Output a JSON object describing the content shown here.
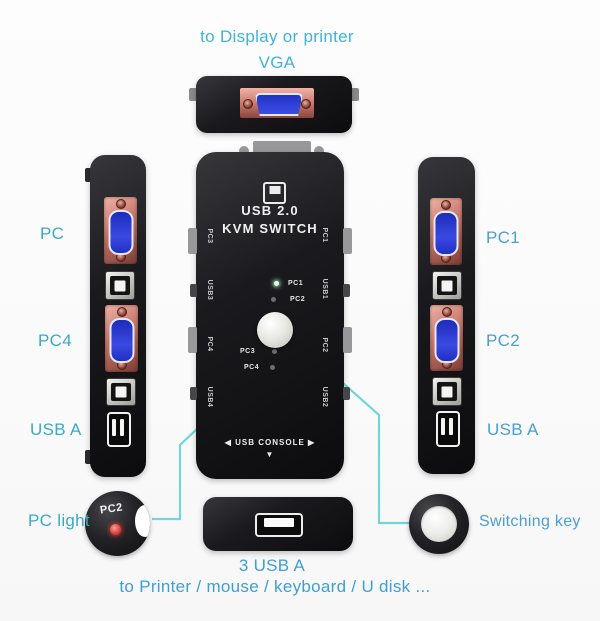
{
  "colors": {
    "top_label": "#3fb4d9",
    "left_label": "#3aa9c6",
    "right_label": "#4a9ed2",
    "bottom_label": "#3f9fd4",
    "callout_line": "#72d5d9",
    "vga_blue": "#2838cf",
    "plate_copper": "#c4756a",
    "led_red": "#d23a32"
  },
  "annotations": {
    "top_line1": "to Display or printer",
    "top_line2": "VGA",
    "left_pc": "PC",
    "left_pc4": "PC4",
    "left_usba": "USB A",
    "left_pclight": "PC light",
    "right_pc1": "PC1",
    "right_pc2": "PC2",
    "right_usba": "USB A",
    "right_switching": "Switching key",
    "bottom_usb": "3 USB A",
    "bottom_caption": "to Printer / mouse / keyboard / U disk ..."
  },
  "device_front": {
    "model_line1": "USB 2.0",
    "model_line2": "KVM SWITCH",
    "led_labels": [
      "PC1",
      "PC2",
      "PC3",
      "PC4"
    ],
    "side_labels_left": [
      "PC3",
      "USB3",
      "PC4",
      "USB4"
    ],
    "side_labels_right": [
      "PC1",
      "USB1",
      "PC2",
      "USB2"
    ],
    "console_label": "◀ USB CONSOLE ▶",
    "console_arrow": "▼"
  },
  "pc_light_button": {
    "label": "PC2"
  }
}
